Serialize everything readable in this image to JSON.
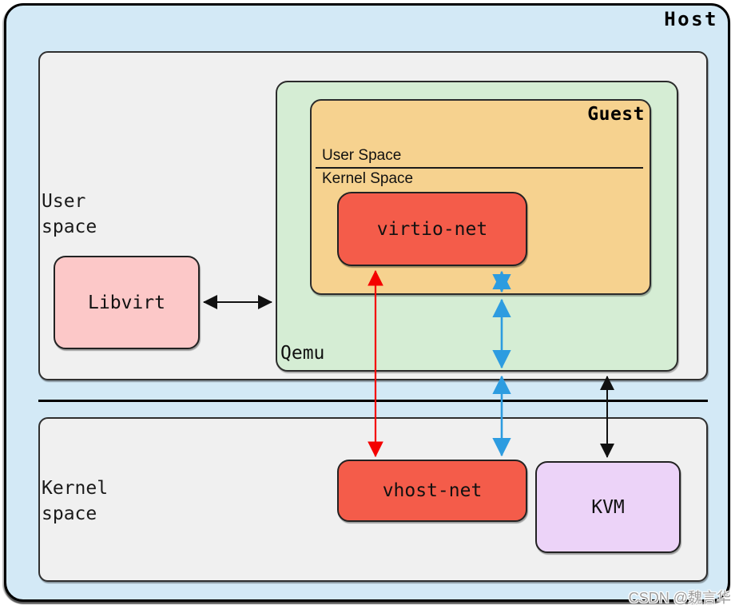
{
  "colors": {
    "host_bg": "#d3e9f6",
    "space_bg": "#f0f0f0",
    "qemu_bg": "#d5edd4",
    "guest_bg": "#f6d28f",
    "red_box_bg": "#f45c4a",
    "libvirt_bg": "#fcc8c8",
    "kvm_bg": "#ecd3f8",
    "arrow_red": "#f40000",
    "arrow_blue": "#2d9ce0",
    "arrow_black": "#111111"
  },
  "labels": {
    "host": "Host",
    "user_space_outer": "User\nspace",
    "kernel_space_outer": "Kernel\nspace",
    "libvirt": "Libvirt",
    "qemu": "Qemu",
    "guest": "Guest",
    "guest_user_space": "User Space",
    "guest_kernel_space": "Kernel Space",
    "virtio_net": "virtio-net",
    "vhost_net": "vhost-net",
    "kvm": "KVM"
  },
  "watermark": "CSDN @魏言华"
}
